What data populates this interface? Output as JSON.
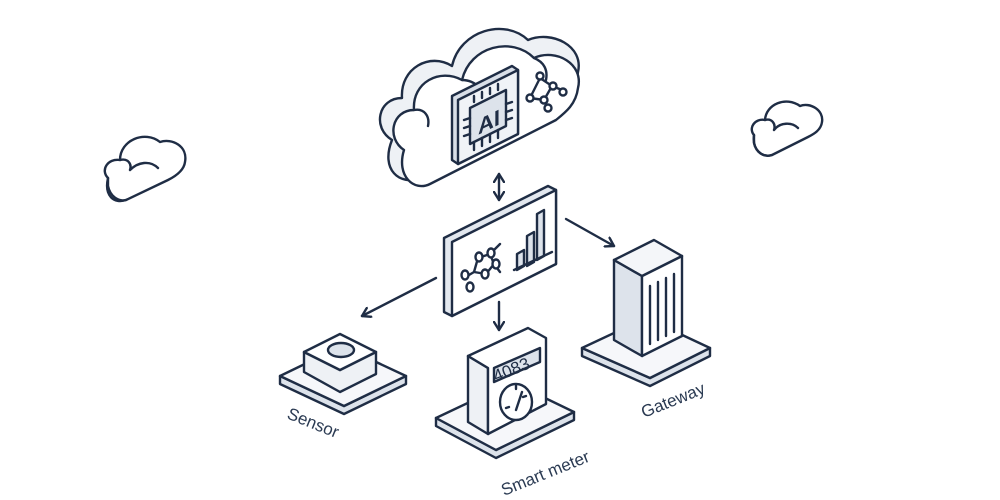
{
  "diagram": {
    "title": "AI cloud IoT architecture",
    "colors": {
      "stroke": "#1f2d45",
      "fill_light": "#f4f6f9",
      "fill_shade": "#dde3eb",
      "fill_mid": "#e8ecf1"
    },
    "nodes": {
      "cloud": {
        "label": "",
        "chip_text": "AI",
        "icons": [
          "ai-chip-icon",
          "network-graph-icon"
        ]
      },
      "dashboard": {
        "label": "",
        "icons": [
          "network-graph-icon",
          "bar-chart-icon"
        ]
      },
      "sensor": {
        "label": "Sensor"
      },
      "smart_meter": {
        "label": "Smart meter",
        "reading": "4083"
      },
      "gateway": {
        "label": "Gateway"
      }
    },
    "edges": [
      {
        "from": "cloud",
        "to": "dashboard",
        "direction": "bidirectional"
      },
      {
        "from": "dashboard",
        "to": "sensor",
        "direction": "forward"
      },
      {
        "from": "dashboard",
        "to": "smart_meter",
        "direction": "forward"
      },
      {
        "from": "dashboard",
        "to": "gateway",
        "direction": "forward"
      }
    ],
    "decorations": [
      "small-cloud-left",
      "small-cloud-right"
    ]
  }
}
